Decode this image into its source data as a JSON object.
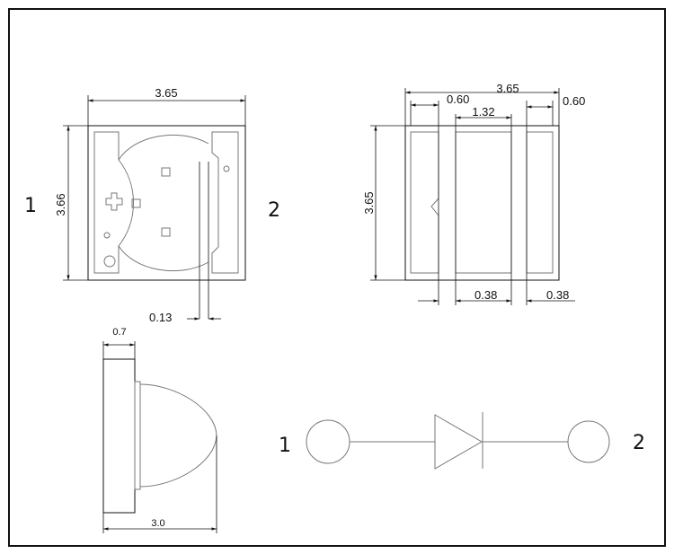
{
  "top_view": {
    "width_dim": "3.65",
    "height_dim": "3.66",
    "lead_dim": "0.13",
    "pin_left": "1",
    "pin_right": "2"
  },
  "bottom_view": {
    "width_dim": "3.65",
    "height_dim": "3.65",
    "pad_left_dim": "0.60",
    "pad_right_dim": "0.60",
    "gap_dim": "1.32",
    "slot_dim_center": "0.38",
    "slot_dim_right": "0.38"
  },
  "side_view": {
    "thickness_dim": "0.7",
    "length_dim": "3.0"
  },
  "schematic": {
    "pin_left": "1",
    "pin_right": "2"
  }
}
